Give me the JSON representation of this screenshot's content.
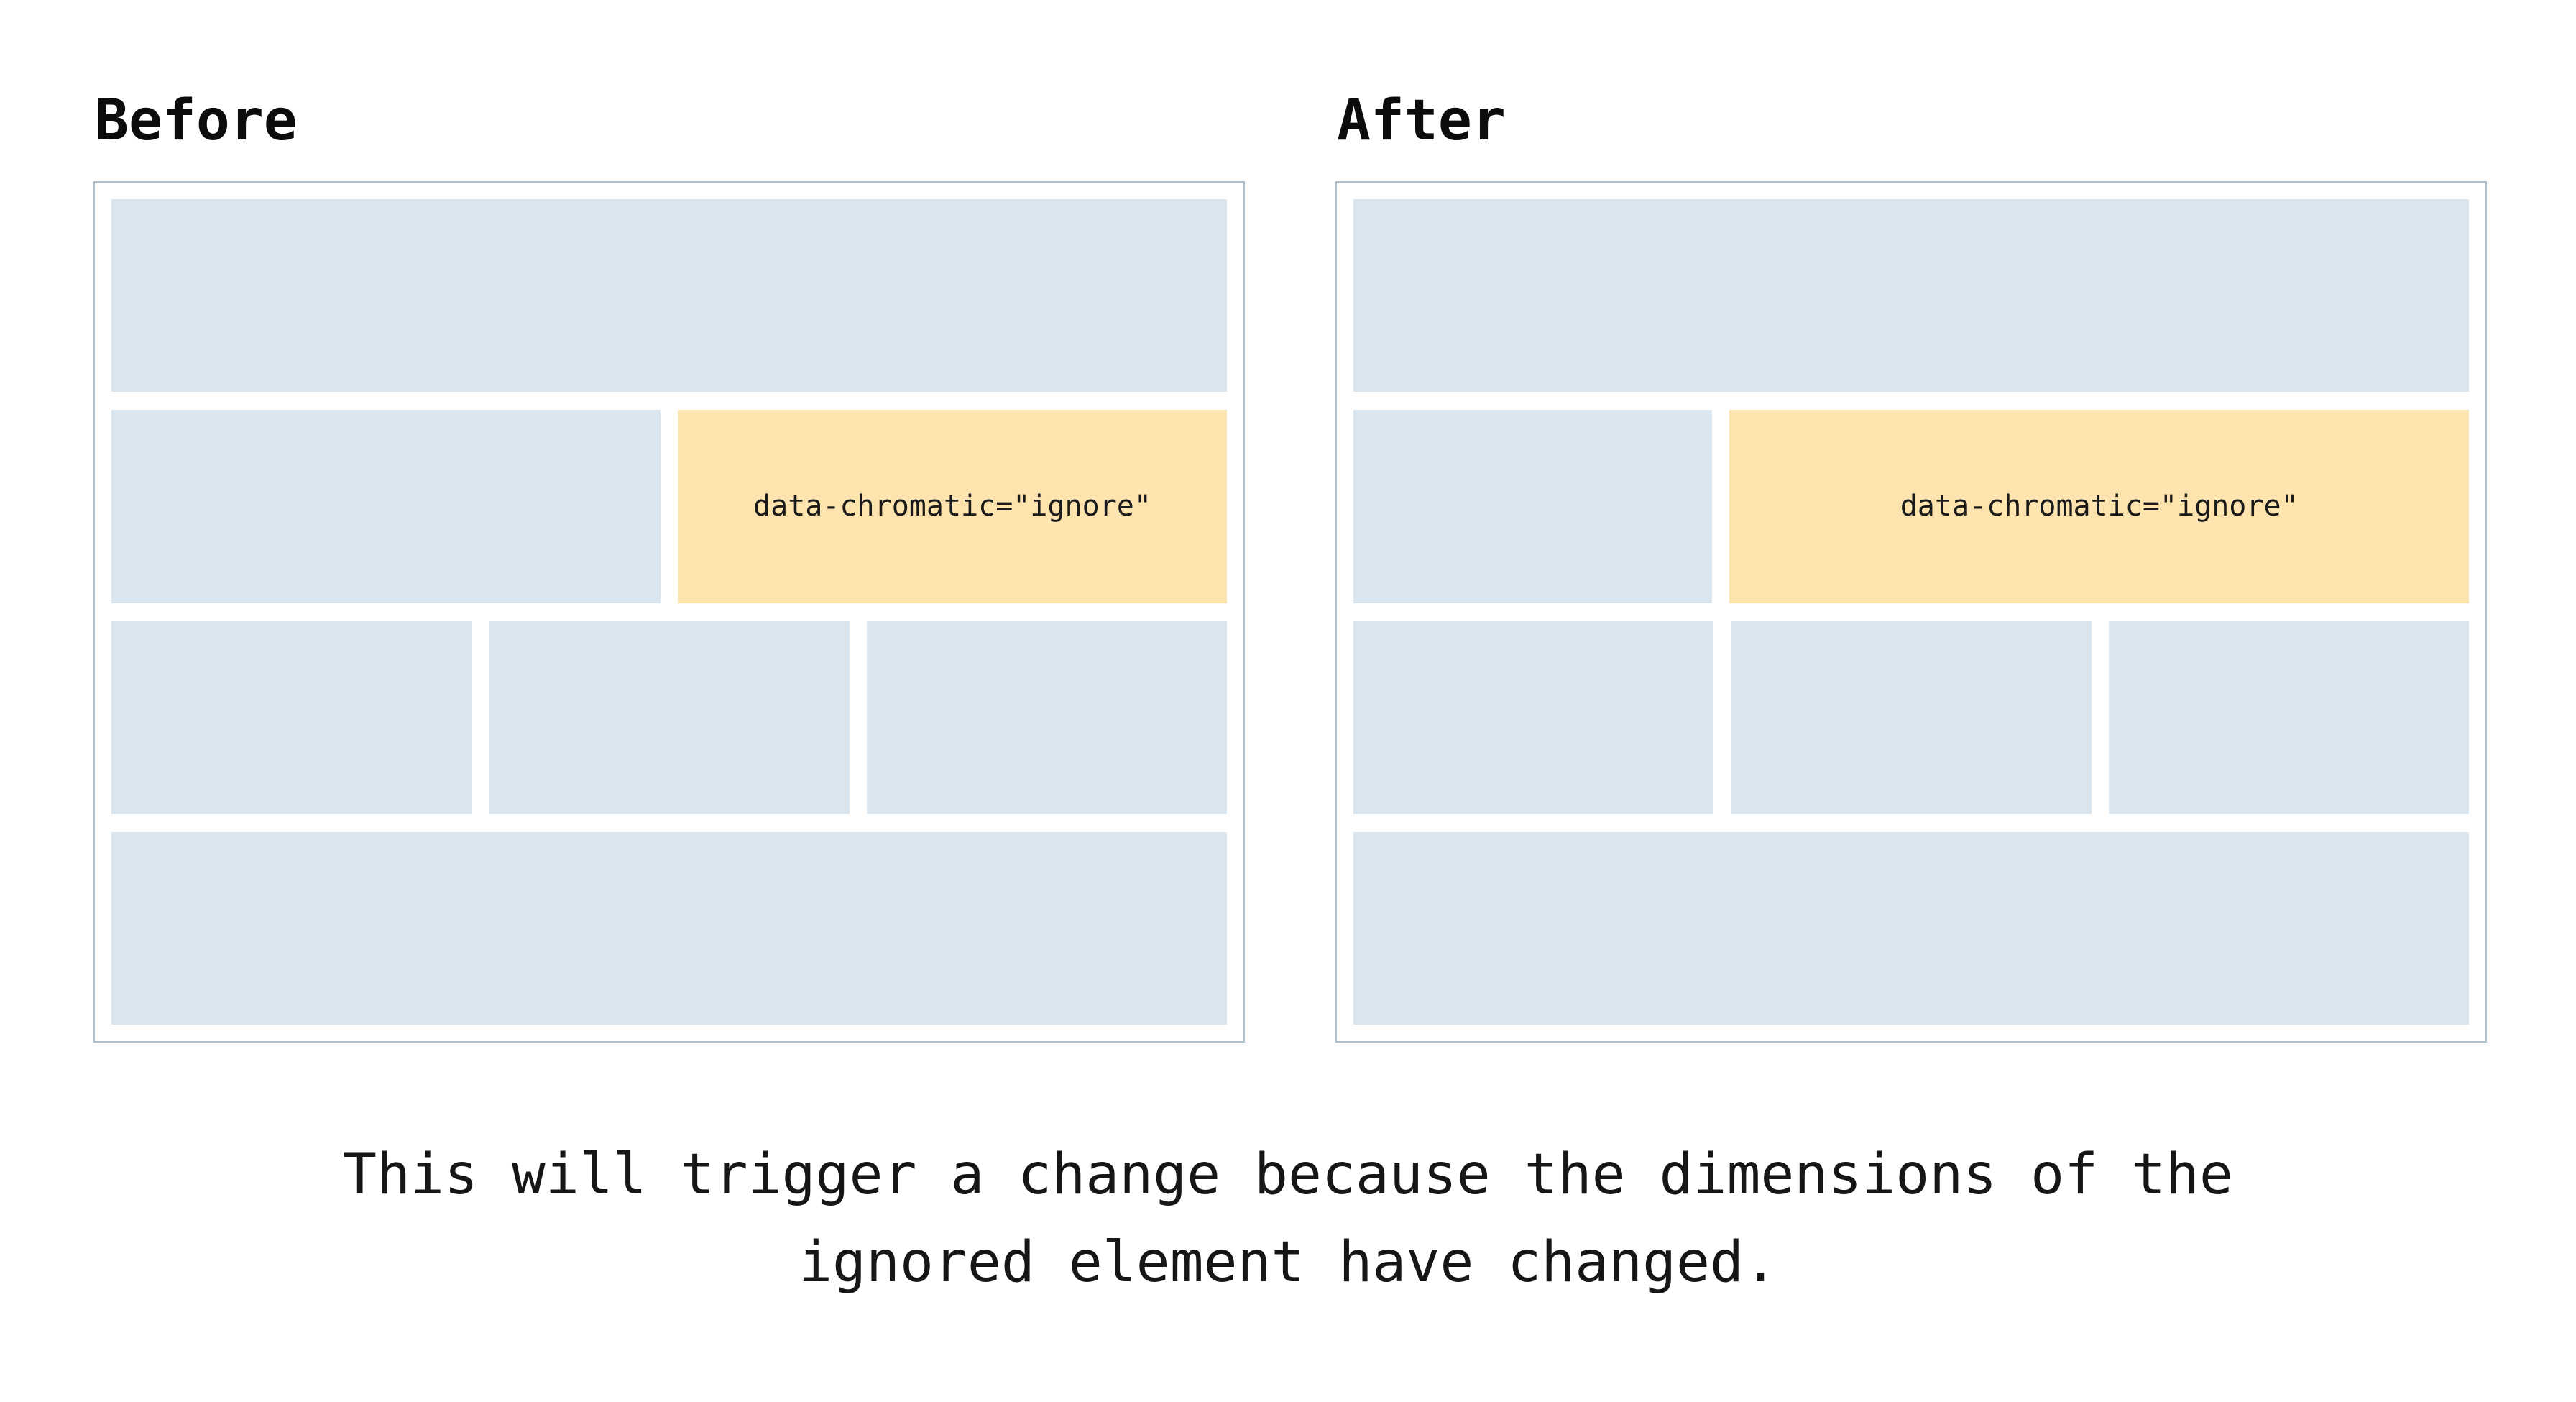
{
  "panels": [
    {
      "title": "Before",
      "ignore_label": "data-chromatic=\"ignore\""
    },
    {
      "title": "After",
      "ignore_label": "data-chromatic=\"ignore\""
    }
  ],
  "caption": {
    "line1": "This will trigger a change because the dimensions of the",
    "line2": "ignored element have changed."
  },
  "colors": {
    "block_blue": "#d9e6ef",
    "block_orange": "#fde3ae",
    "frame_border": "#aec0cc",
    "text": "#141414"
  }
}
